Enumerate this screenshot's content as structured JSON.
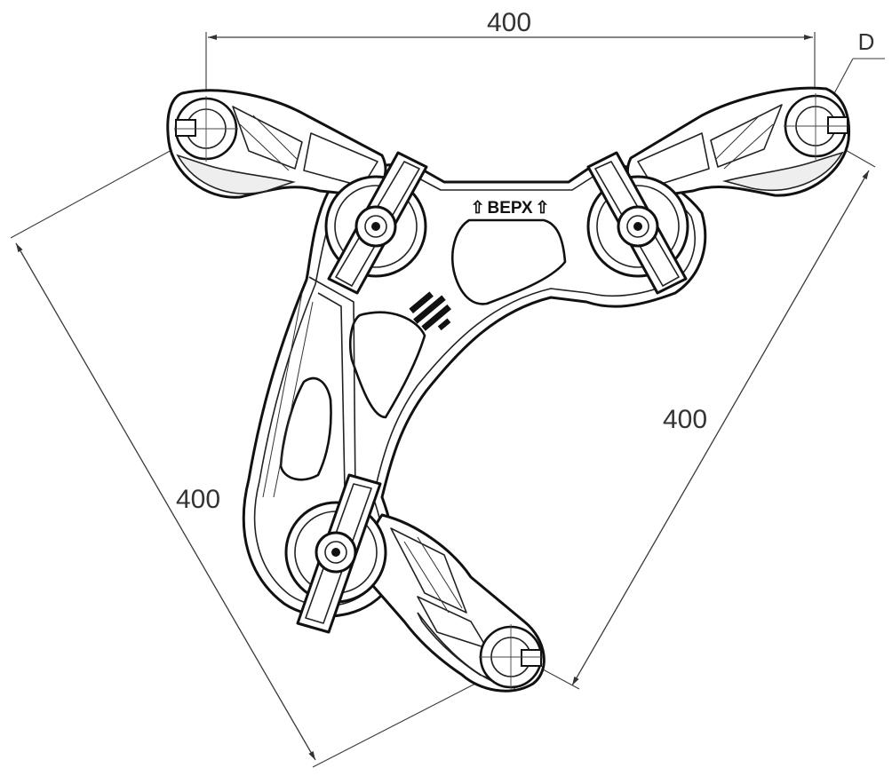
{
  "dimensions": {
    "top": "400",
    "left": "400",
    "right": "400",
    "diameter_label": "D"
  },
  "body_marking": {
    "orientation_text": "ВЕРХ",
    "arrow_glyph": "⇧"
  }
}
